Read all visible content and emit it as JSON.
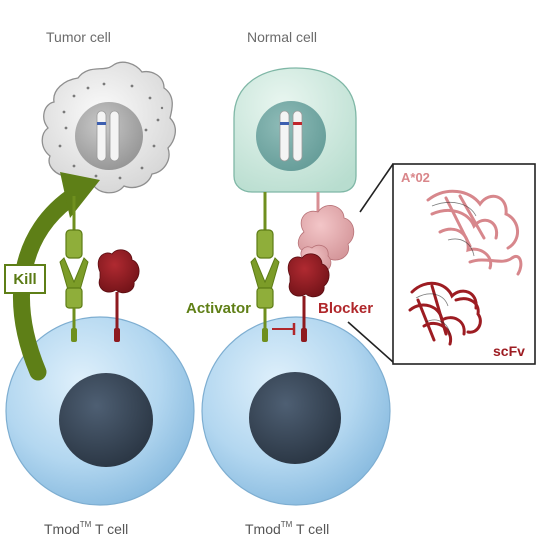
{
  "labels": {
    "tumor_cell": "Tumor cell",
    "normal_cell": "Normal cell",
    "kill": "Kill",
    "activator": "Activator",
    "blocker": "Blocker",
    "a02": "A*02",
    "scfv": "scFv",
    "tcell_left_prefix": "Tmod",
    "tcell_left_sup": "TM",
    "tcell_left_suffix": " T cell",
    "tcell_right_prefix": "Tmod",
    "tcell_right_sup": "TM",
    "tcell_right_suffix": " T cell"
  },
  "colors": {
    "activator_green": "#6f8f1e",
    "blocker_red": "#8e1a1f",
    "hla_pink": "#e3a3a6",
    "tcell_blue": "#a9d1ec",
    "normal_cell_mint": "#cfe9e0",
    "tumor_cell_gray": "#d9d9d9"
  }
}
